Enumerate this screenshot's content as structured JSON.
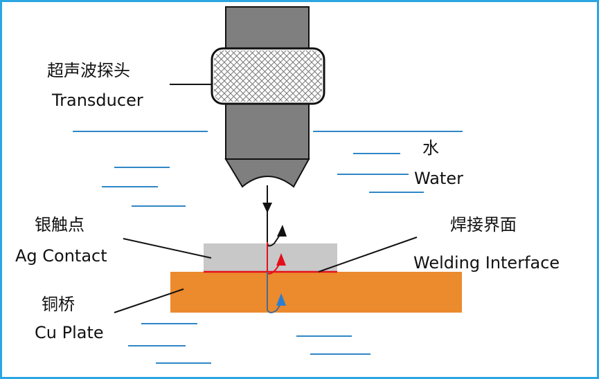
{
  "labels": {
    "transducer_cn": "超声波探头",
    "transducer_en": "Transducer",
    "water_cn": "水",
    "water_en": "Water",
    "ag_cn": "银触点",
    "ag_en": "Ag Contact",
    "interface_cn": "焊接界面",
    "interface_en": "Welding Interface",
    "cu_cn": "铜桥",
    "cu_en": "Cu Plate"
  },
  "colors": {
    "border": "#2ba6e2",
    "water": "#2f86c6",
    "transducer": "#7f7f7f",
    "ag_contact": "#c8c8c8",
    "cu_plate": "#ec8a2e",
    "interface": "#e3101b",
    "reflect_ag": "#e3101b",
    "reflect_cu": "#2a7fd0"
  }
}
